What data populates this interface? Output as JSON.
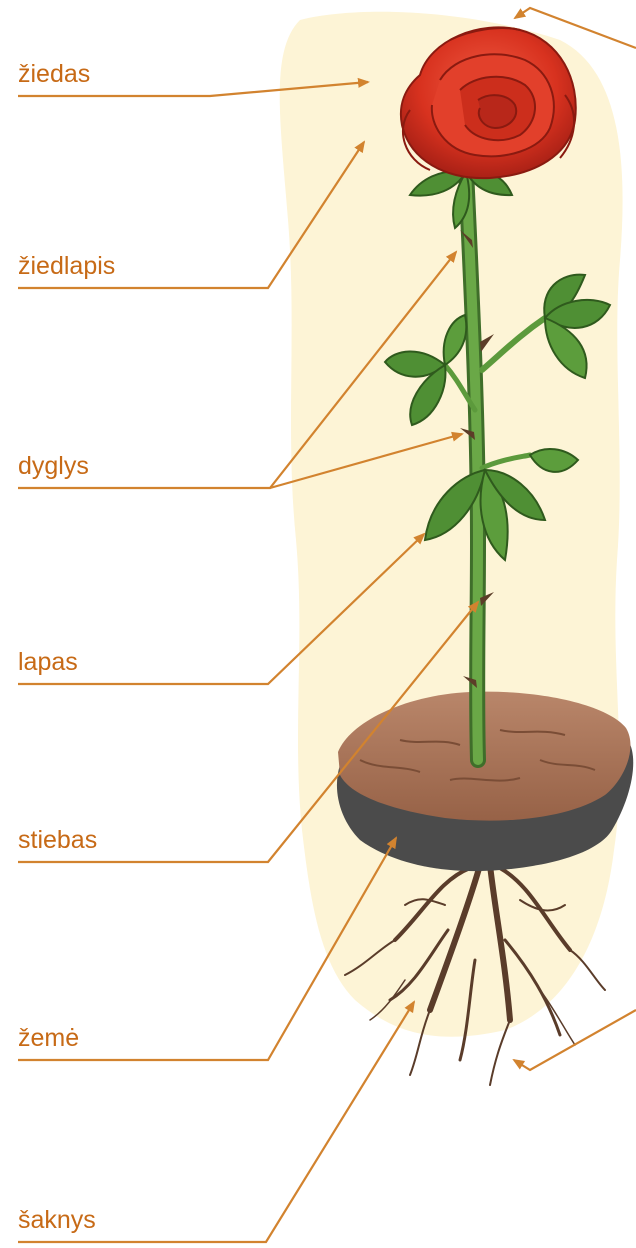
{
  "labels": {
    "flower": "žiedas",
    "petal": "žiedlapis",
    "thorn": "dyglys",
    "leaf": "lapas",
    "stem": "stiebas",
    "soil": "žemė",
    "roots": "šaknys"
  },
  "colors": {
    "label_text": "#c76a16",
    "leader_line": "#d2832f",
    "background_wash": "#fdf4d6",
    "petal_red": "#d8321f",
    "stem_green": "#5c9a3c",
    "leaf_green": "#4f8f34",
    "soil_brown": "#a67458",
    "soil_edge": "#4b4b4b",
    "root_brown": "#5a3c2a"
  }
}
